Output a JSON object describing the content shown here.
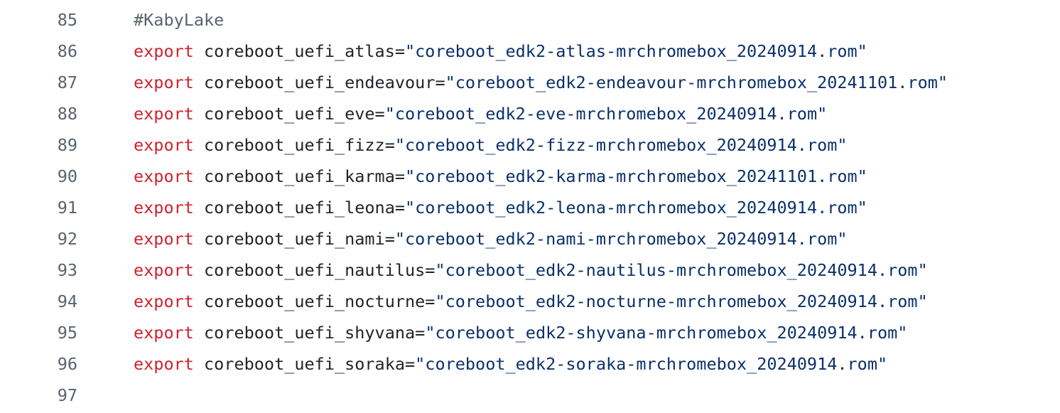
{
  "file_view": {
    "lines": [
      {
        "number": "85",
        "kind": "comment",
        "text": "#KabyLake"
      },
      {
        "number": "86",
        "kind": "export",
        "keyword": "export",
        "assignment": " coreboot_uefi_atlas=",
        "value": "\"coreboot_edk2-atlas-mrchromebox_20240914.rom\""
      },
      {
        "number": "87",
        "kind": "export",
        "keyword": "export",
        "assignment": " coreboot_uefi_endeavour=",
        "value": "\"coreboot_edk2-endeavour-mrchromebox_20241101.rom\""
      },
      {
        "number": "88",
        "kind": "export",
        "keyword": "export",
        "assignment": " coreboot_uefi_eve=",
        "value": "\"coreboot_edk2-eve-mrchromebox_20240914.rom\""
      },
      {
        "number": "89",
        "kind": "export",
        "keyword": "export",
        "assignment": " coreboot_uefi_fizz=",
        "value": "\"coreboot_edk2-fizz-mrchromebox_20240914.rom\""
      },
      {
        "number": "90",
        "kind": "export",
        "keyword": "export",
        "assignment": " coreboot_uefi_karma=",
        "value": "\"coreboot_edk2-karma-mrchromebox_20241101.rom\""
      },
      {
        "number": "91",
        "kind": "export",
        "keyword": "export",
        "assignment": " coreboot_uefi_leona=",
        "value": "\"coreboot_edk2-leona-mrchromebox_20240914.rom\""
      },
      {
        "number": "92",
        "kind": "export",
        "keyword": "export",
        "assignment": " coreboot_uefi_nami=",
        "value": "\"coreboot_edk2-nami-mrchromebox_20240914.rom\""
      },
      {
        "number": "93",
        "kind": "export",
        "keyword": "export",
        "assignment": " coreboot_uefi_nautilus=",
        "value": "\"coreboot_edk2-nautilus-mrchromebox_20240914.rom\""
      },
      {
        "number": "94",
        "kind": "export",
        "keyword": "export",
        "assignment": " coreboot_uefi_nocturne=",
        "value": "\"coreboot_edk2-nocturne-mrchromebox_20240914.rom\""
      },
      {
        "number": "95",
        "kind": "export",
        "keyword": "export",
        "assignment": " coreboot_uefi_shyvana=",
        "value": "\"coreboot_edk2-shyvana-mrchromebox_20240914.rom\""
      },
      {
        "number": "96",
        "kind": "export",
        "keyword": "export",
        "assignment": " coreboot_uefi_soraka=",
        "value": "\"coreboot_edk2-soraka-mrchromebox_20240914.rom\""
      },
      {
        "number": "97",
        "kind": "empty",
        "text": ""
      }
    ]
  },
  "colors": {
    "line_number": "#59636e",
    "keyword": "#cf222e",
    "identifier": "#1f2328",
    "string": "#0a3069",
    "background": "#ffffff"
  }
}
